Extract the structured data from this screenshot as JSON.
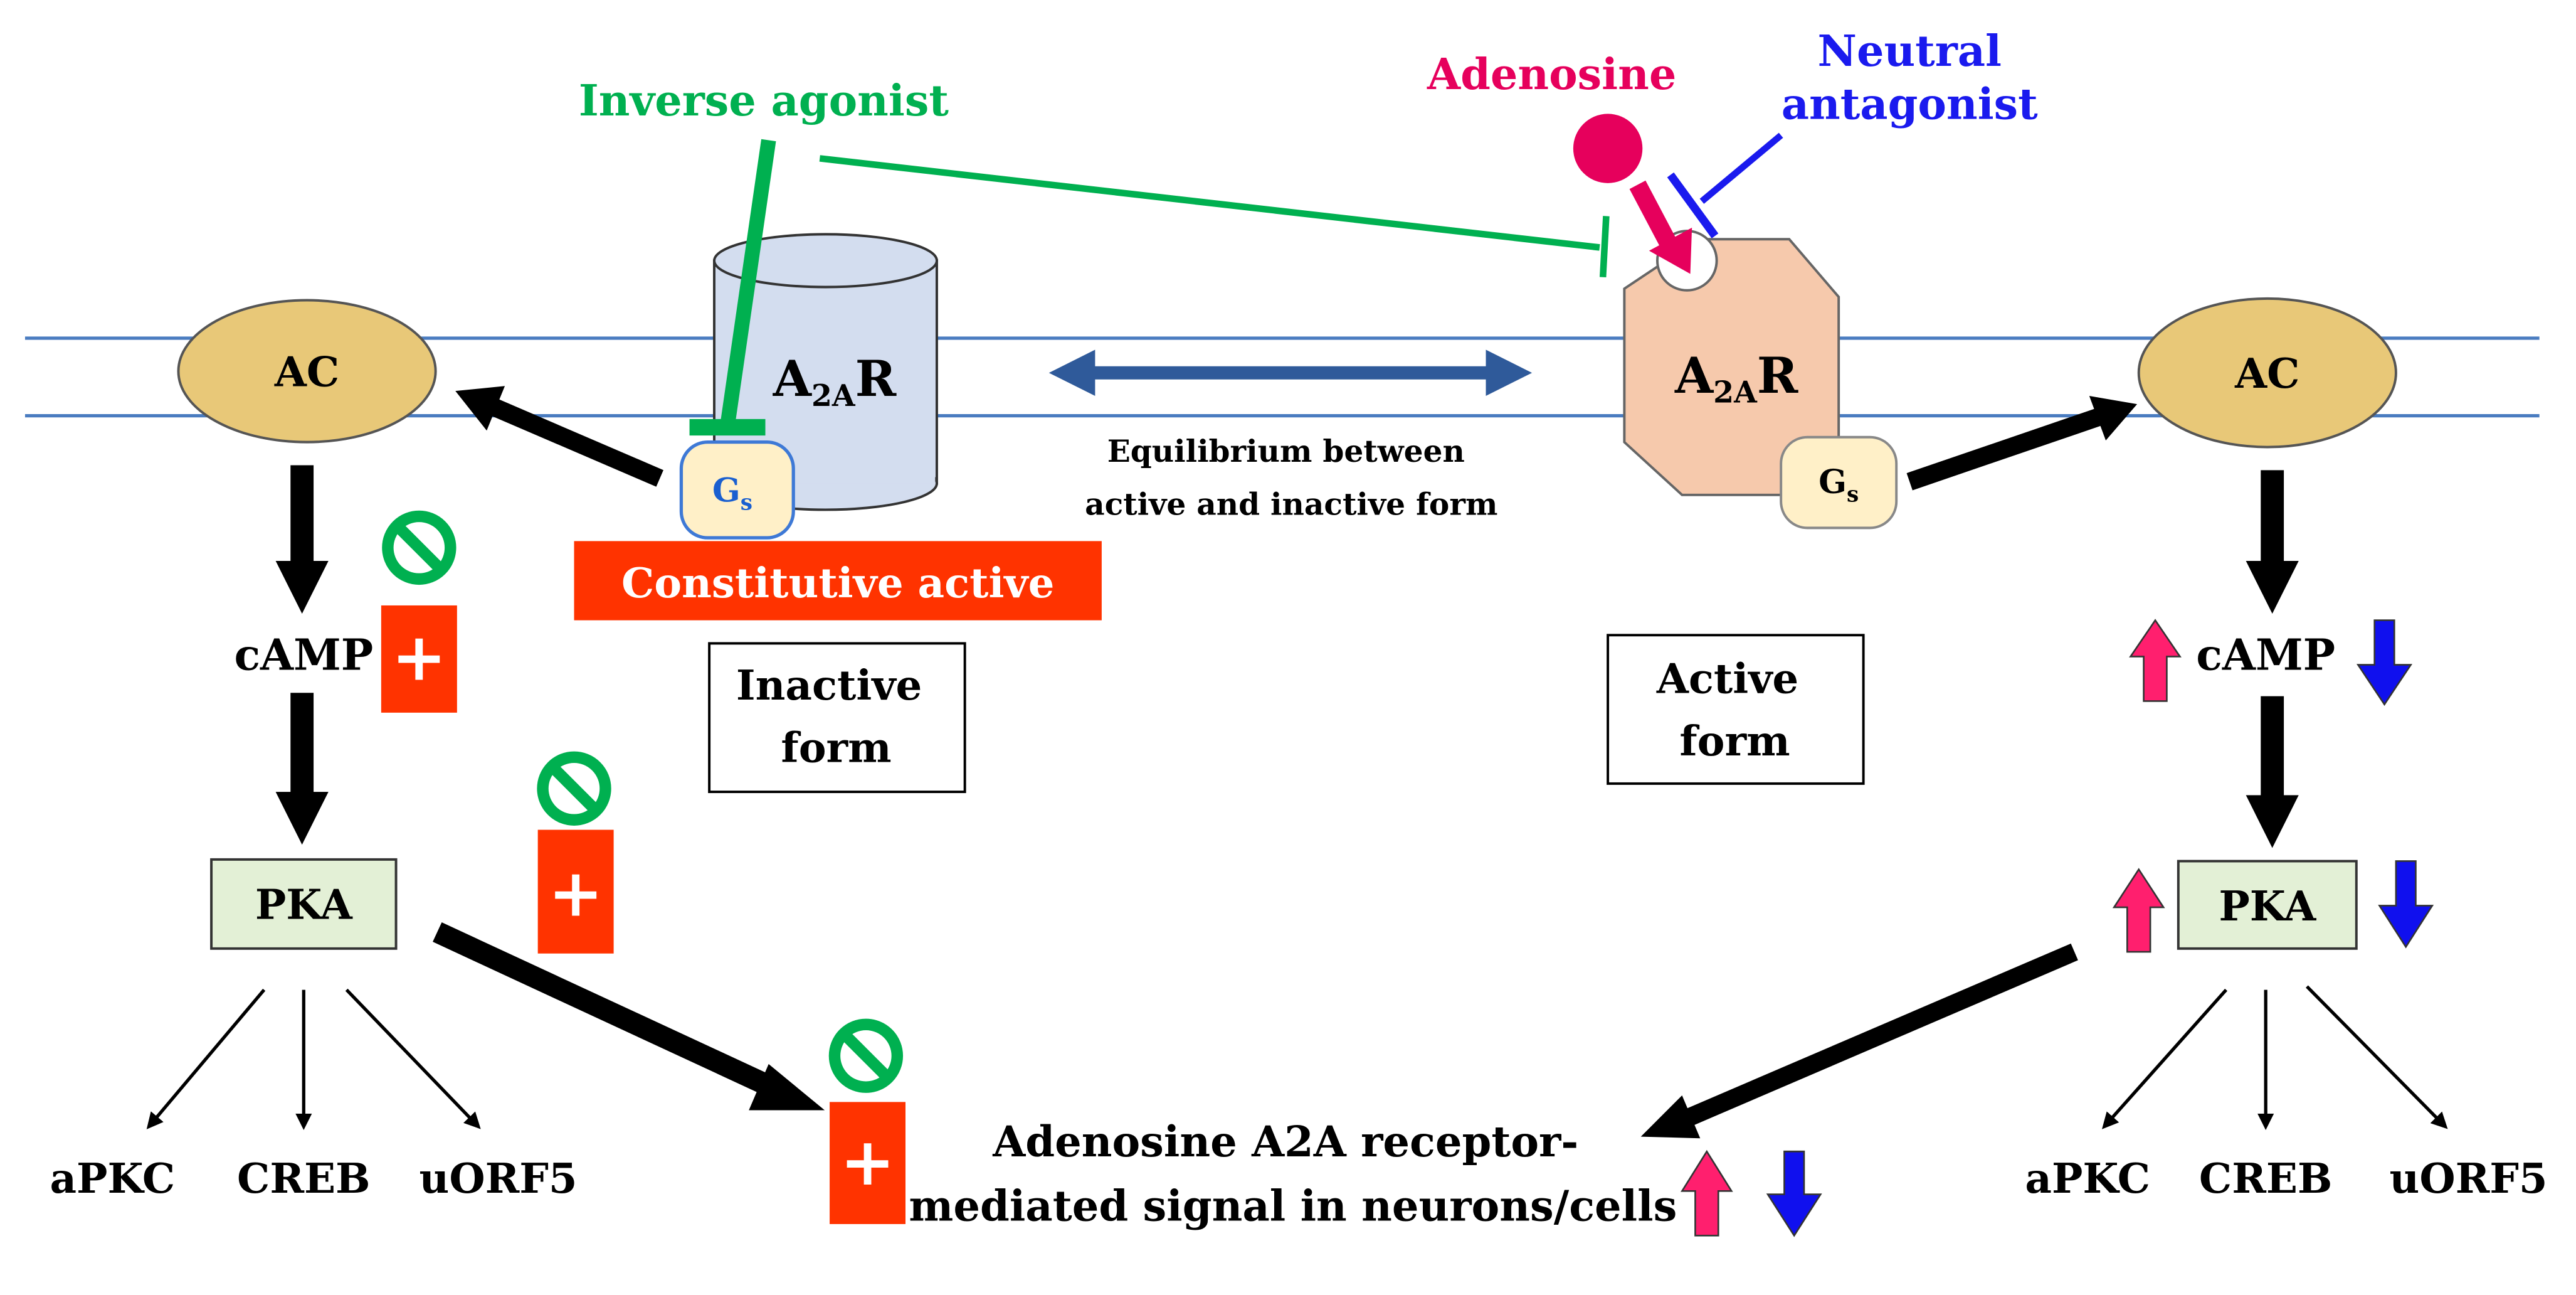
{
  "colors": {
    "inverse": "#00b050",
    "adenosine": "#e6005c",
    "neutral": "#1a1aee",
    "membrane": "#4a7cc0",
    "ac_fill": "#e8c878",
    "receptor_inactive": "#d3ddef",
    "receptor_active": "#f6c9ac",
    "gs_fill": "#fff0c8",
    "pka_fill": "#e3f0d6",
    "red_box": "#ff3300",
    "equilibrium_arrow": "#2f5a9a",
    "pink_arrow": "#ff1f6e",
    "blue_arrow": "#1010ee"
  },
  "labels": {
    "inverse_agonist": "Inverse agonist",
    "adenosine": "Adenosine",
    "neutral_antagonist": [
      "Neutral",
      "antagonist"
    ],
    "ac": "AC",
    "receptor": {
      "main": "A",
      "sub": "2A",
      "tail": "R"
    },
    "gs": {
      "main": "G",
      "sub": "s"
    },
    "constitutive_active": "Constitutive active",
    "equilibrium": [
      "Equilibrium between",
      "active and inactive form"
    ],
    "inactive_form": [
      "Inactive",
      "form"
    ],
    "active_form": [
      "Active",
      "form"
    ],
    "camp": "cAMP",
    "pka": "PKA",
    "plus": "+",
    "targets": [
      "aPKC",
      "CREB",
      "uORF5"
    ],
    "signal": [
      "Adenosine A2A receptor-",
      "mediated signal in neurons/cells"
    ]
  },
  "icons": [
    "no-symbol-icon",
    "up-arrow-icon",
    "down-arrow-icon"
  ]
}
